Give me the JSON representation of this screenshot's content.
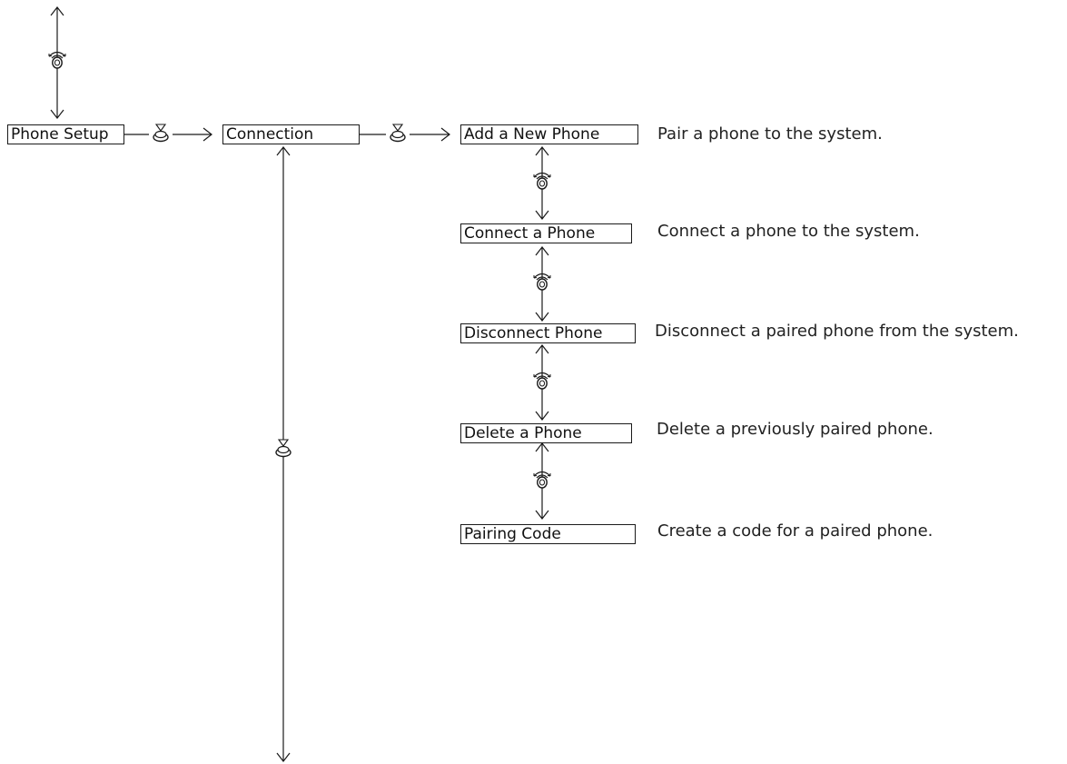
{
  "menu": {
    "phone_setup": "Phone Setup",
    "connection": "Connection",
    "add_new_phone": "Add a New Phone",
    "connect_phone": "Connect a Phone",
    "disconnect_phone": "Disconnect Phone",
    "delete_phone": "Delete a Phone",
    "pairing_code": "Pairing Code"
  },
  "descriptions": {
    "add_new_phone": "Pair a phone to the system.",
    "connect_phone": "Connect a phone to the system.",
    "disconnect_phone": "Disconnect a paired phone from the system.",
    "delete_phone": "Delete a previously paired phone.",
    "pairing_code": "Create a code for a paired phone."
  },
  "icons": {
    "rotate": "rotate-knob-icon",
    "press": "press-knob-icon"
  },
  "colors": {
    "line": "#1a1a1a",
    "text": "#222222"
  }
}
